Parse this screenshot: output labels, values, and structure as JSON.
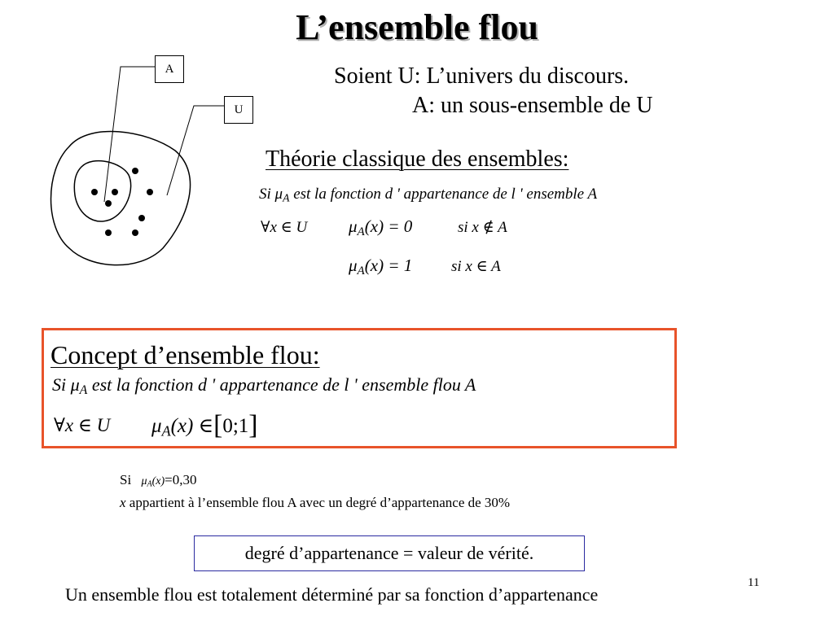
{
  "title": "L’ensemble flou",
  "diagram": {
    "label_a": "A",
    "label_u": "U"
  },
  "intro": {
    "line1": "Soient U: L’univers du discours.",
    "line2": "A: un sous-ensemble de U"
  },
  "classic": {
    "heading": "Théorie classique des ensembles:",
    "si": "Si",
    "mu": "μ",
    "sub_a": "A",
    "definition": "est la  fonction d ' appartenance de l ' ensemble A",
    "forall": "∀x ∈ U",
    "expr": "(x) = 0",
    "cond0": "si x ∉ A",
    "expr1": "(x) = 1",
    "cond1": "si x ∈ A"
  },
  "fuzzy": {
    "heading": "Concept  d’ensemble flou:",
    "si": "Si",
    "mu": "μ",
    "sub_a": "A",
    "definition": "est la  fonction d ' appartenance de l ' ensemble  flou A",
    "forall": "∀x ∈ U",
    "expr_open": "(x) ∈",
    "lbr": "[",
    "interval": "0;1",
    "rbr": "]"
  },
  "example": {
    "si": "Si",
    "mu": "μ",
    "sub_a": "A",
    "expr": "(x)",
    "value": "=0,30",
    "x": "x",
    "sentence": " appartient à l’ensemble flou A avec un degré d’appartenance de 30%"
  },
  "verite": "degré d’appartenance = valeur de vérité.",
  "conclusion": "Un ensemble flou est totalement déterminé par sa fonction d’appartenance",
  "page_number": "11",
  "colors": {
    "concept_border": "#e8532a",
    "verite_border": "#2a2aa0"
  }
}
